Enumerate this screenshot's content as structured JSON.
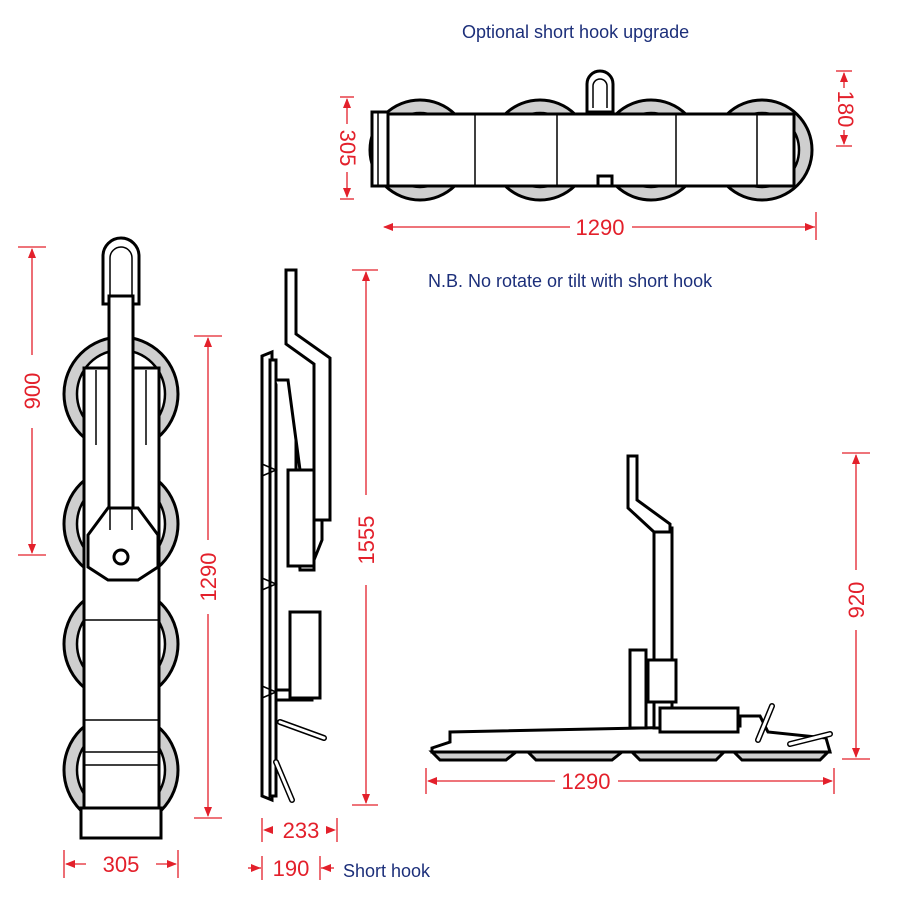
{
  "notes": {
    "optional_upgrade": "Optional short hook upgrade",
    "nb_warning": "N.B. No rotate or tilt with short hook",
    "short_hook": "Short hook"
  },
  "dimensions": {
    "top_view_height": "305",
    "top_view_hook": "180",
    "top_view_length": "1290",
    "front_hook_reach": "900",
    "front_frame_length": "1290",
    "front_width": "305",
    "side_overall_height": "1555",
    "side_depth": "233",
    "side_depth_short_hook": "190",
    "bottom_right_height": "920",
    "bottom_right_length": "1290"
  },
  "colors": {
    "dimension": "#e3202b",
    "note": "#1c2f7a",
    "outline": "#000000",
    "pad_fill": "#cfcfcf"
  }
}
